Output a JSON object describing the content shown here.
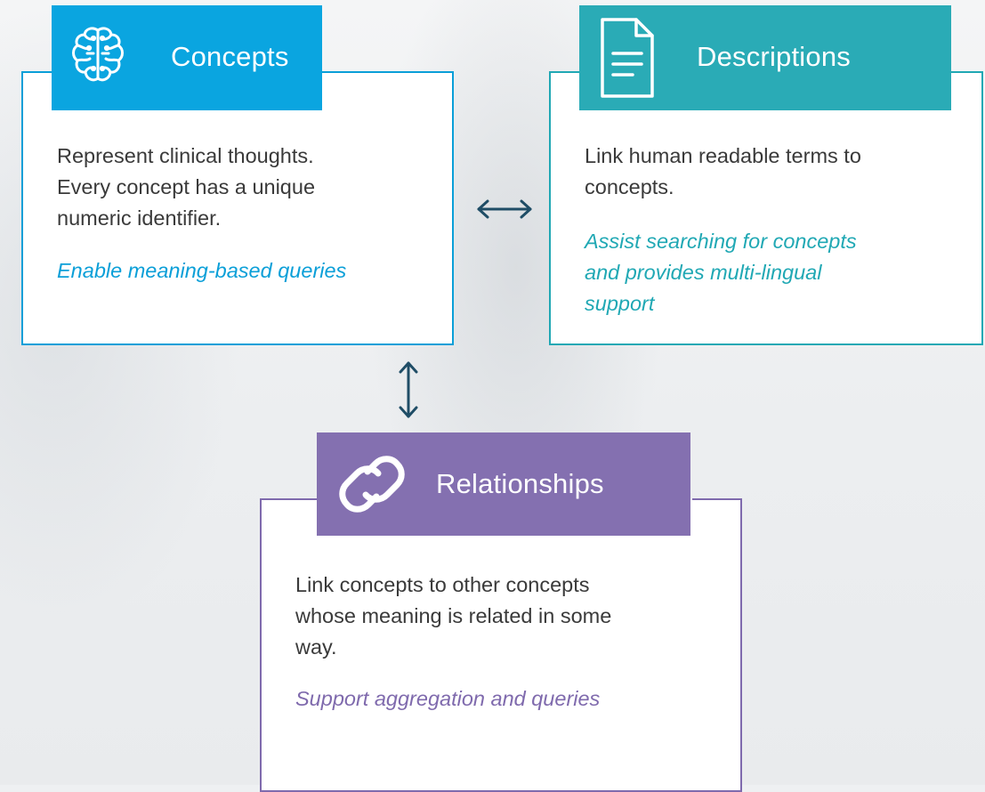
{
  "colors": {
    "concepts": "#0aa5e0",
    "descriptions": "#2aabb6",
    "relationships": "#8470b0",
    "arrow": "#1f4d66",
    "body_text": "#3a3a3a"
  },
  "concepts": {
    "title": "Concepts",
    "icon": "brain-icon",
    "lines": [
      "Represent clinical thoughts.",
      "Every concept has a unique",
      "numeric identifier."
    ],
    "note": "Enable meaning-based queries"
  },
  "descriptions": {
    "title": "Descriptions",
    "icon": "document-icon",
    "lines": [
      "Link human readable terms to",
      "concepts."
    ],
    "note_lines": [
      "Assist searching for concepts",
      "and provides multi-lingual",
      "support"
    ]
  },
  "relationships": {
    "title": "Relationships",
    "icon": "link-icon",
    "lines": [
      "Link concepts to other concepts",
      "whose meaning is related in some",
      "way."
    ],
    "note": "Support aggregation and queries"
  }
}
